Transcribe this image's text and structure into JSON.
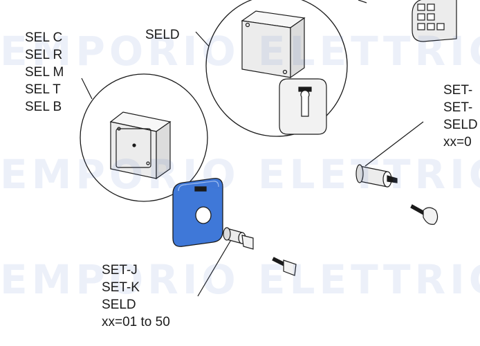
{
  "labels": {
    "top_left": [
      "SEL C",
      "SEL R",
      "SEL M",
      "SEL T",
      "SEL B"
    ],
    "top_center": "SELD",
    "right": [
      "SET-",
      "SET-",
      "SELD",
      "xx=0"
    ],
    "bottom": [
      "SET-J",
      "SET-K",
      "SELD",
      "xx=01 to 50"
    ]
  },
  "watermark": "EMPORIO ELETTRICO",
  "colors": {
    "highlight_blue": "#3f78d8",
    "line": "#1a1a1a",
    "part_fill": "#f2f2f2"
  }
}
